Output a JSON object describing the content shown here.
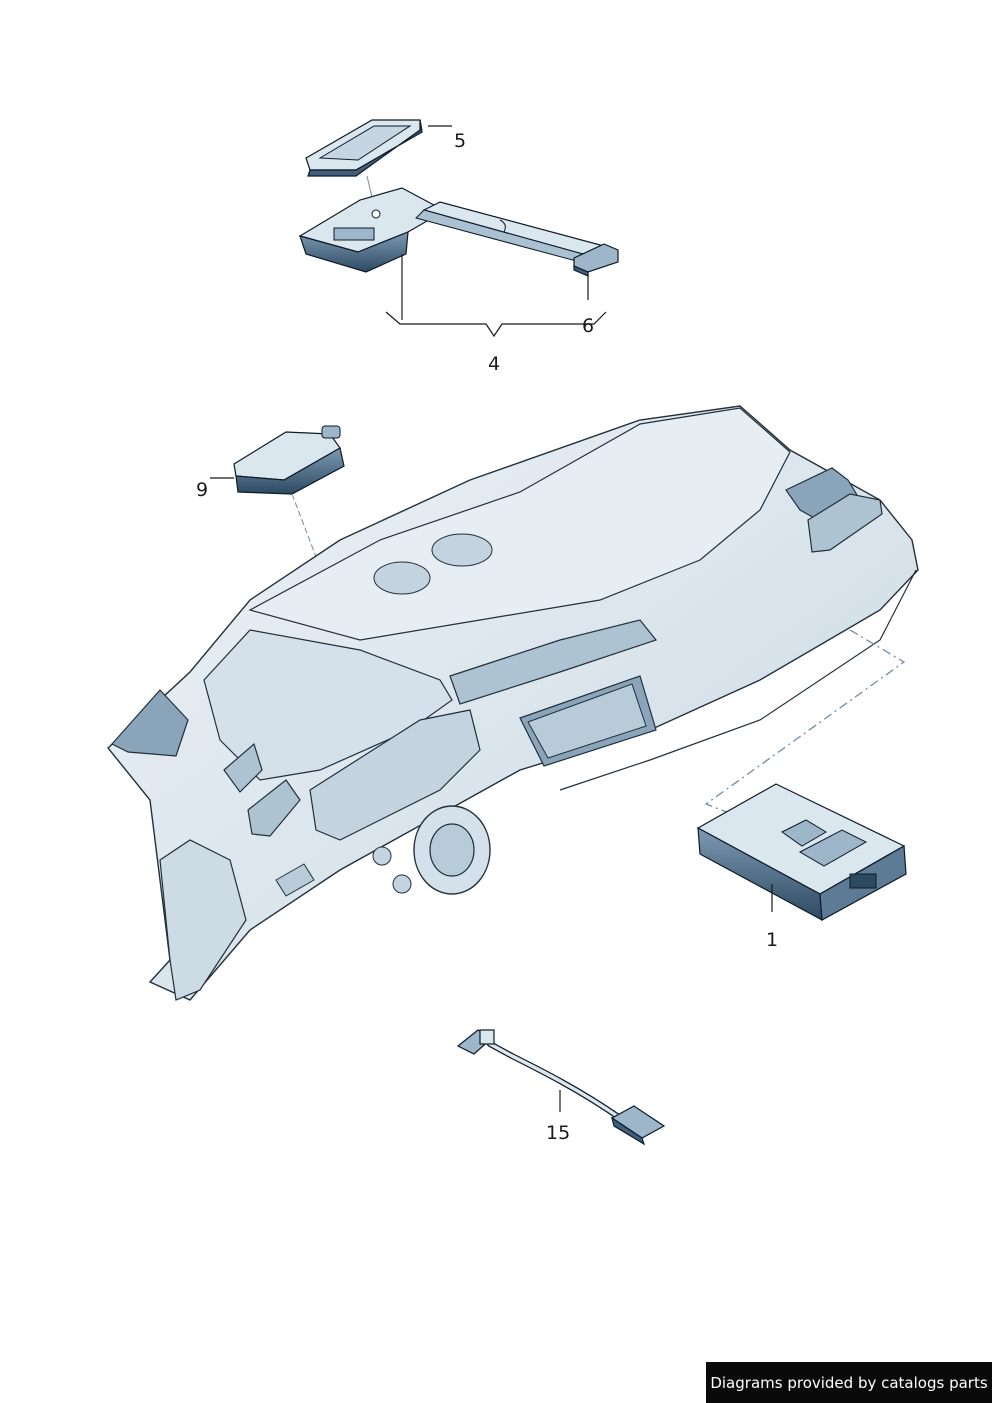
{
  "callouts": {
    "c1": "1",
    "c4": "4",
    "c5": "5",
    "c6": "6",
    "c9": "9",
    "c15": "15"
  },
  "credit": "Diagrams provided by catalogs parts",
  "colors": {
    "part_dark": "#3f5f7c",
    "part_mid": "#9db6c9",
    "part_light": "#dbe7ef",
    "outline": "#0e1a26"
  }
}
